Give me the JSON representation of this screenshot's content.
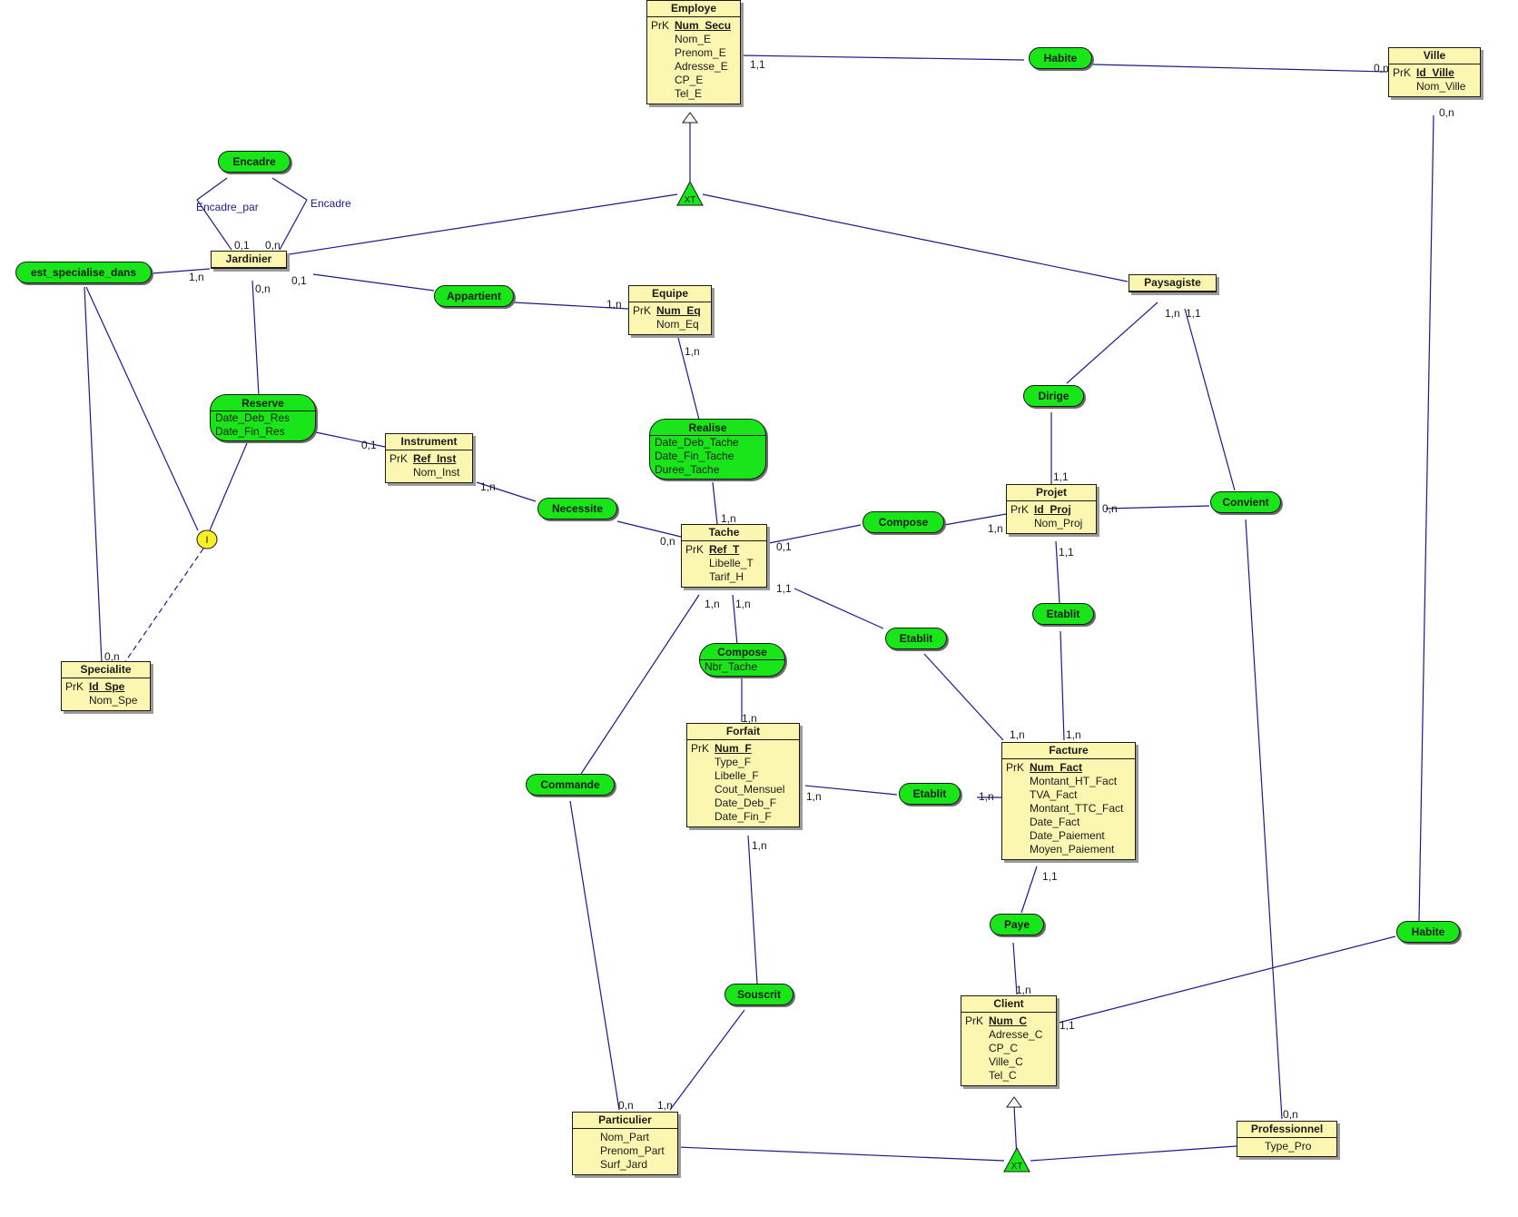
{
  "entities": {
    "employe": {
      "name": "Employe",
      "attrs": [
        {
          "prk": "PrK",
          "name": "Num_Secu",
          "key": true
        },
        {
          "name": "Nom_E"
        },
        {
          "name": "Prenom_E"
        },
        {
          "name": "Adresse_E"
        },
        {
          "name": "CP_E"
        },
        {
          "name": "Tel_E"
        }
      ]
    },
    "ville": {
      "name": "Ville",
      "attrs": [
        {
          "prk": "PrK",
          "name": "Id_Ville",
          "key": true
        },
        {
          "name": "Nom_Ville"
        }
      ]
    },
    "jardinier": {
      "name": "Jardinier",
      "attrs": []
    },
    "paysagiste": {
      "name": "Paysagiste",
      "attrs": []
    },
    "equipe": {
      "name": "Equipe",
      "attrs": [
        {
          "prk": "PrK",
          "name": "Num_Eq",
          "key": true
        },
        {
          "name": "Nom_Eq"
        }
      ]
    },
    "instrument": {
      "name": "Instrument",
      "attrs": [
        {
          "prk": "PrK",
          "name": "Ref_Inst",
          "key": true
        },
        {
          "name": "Nom_Inst"
        }
      ]
    },
    "tache": {
      "name": "Tache",
      "attrs": [
        {
          "prk": "PrK",
          "name": "Ref_T",
          "key": true
        },
        {
          "name": "Libelle_T"
        },
        {
          "name": "Tarif_H"
        }
      ]
    },
    "projet": {
      "name": "Projet",
      "attrs": [
        {
          "prk": "PrK",
          "name": "Id_Proj",
          "key": true
        },
        {
          "name": "Nom_Proj"
        }
      ]
    },
    "specialite": {
      "name": "Specialite",
      "attrs": [
        {
          "prk": "PrK",
          "name": "Id_Spe",
          "key": true
        },
        {
          "name": "Nom_Spe"
        }
      ]
    },
    "forfait": {
      "name": "Forfait",
      "attrs": [
        {
          "prk": "PrK",
          "name": "Num_F",
          "key": true
        },
        {
          "name": "Type_F"
        },
        {
          "name": "Libelle_F"
        },
        {
          "name": "Cout_Mensuel"
        },
        {
          "name": "Date_Deb_F"
        },
        {
          "name": "Date_Fin_F"
        }
      ]
    },
    "facture": {
      "name": "Facture",
      "attrs": [
        {
          "prk": "PrK",
          "name": "Num_Fact",
          "key": true
        },
        {
          "name": "Montant_HT_Fact"
        },
        {
          "name": "TVA_Fact"
        },
        {
          "name": "Montant_TTC_Fact"
        },
        {
          "name": "Date_Fact"
        },
        {
          "name": "Date_Paiement"
        },
        {
          "name": "Moyen_Paiement"
        }
      ]
    },
    "client": {
      "name": "Client",
      "attrs": [
        {
          "prk": "PrK",
          "name": "Num_C",
          "key": true
        },
        {
          "name": "Adresse_C"
        },
        {
          "name": "CP_C"
        },
        {
          "name": "Ville_C"
        },
        {
          "name": "Tel_C"
        }
      ]
    },
    "particulier": {
      "name": "Particulier",
      "attrs": [
        {
          "name": "Nom_Part"
        },
        {
          "name": "Prenom_Part"
        },
        {
          "name": "Surf_Jard"
        }
      ]
    },
    "professionnel": {
      "name": "Professionnel",
      "attrs": [
        {
          "name": "Type_Pro"
        }
      ]
    }
  },
  "associations": {
    "habite1": {
      "name": "Habite",
      "attrs": []
    },
    "encadre": {
      "name": "Encadre",
      "attrs": []
    },
    "est_specialise": {
      "name": "est_specialise_dans",
      "attrs": []
    },
    "appartient": {
      "name": "Appartient",
      "attrs": []
    },
    "reserve": {
      "name": "Reserve",
      "attrs": [
        "Date_Deb_Res",
        "Date_Fin_Res"
      ]
    },
    "realise": {
      "name": "Realise",
      "attrs": [
        "Date_Deb_Tache",
        "Date_Fin_Tache",
        "Duree_Tache"
      ]
    },
    "necessite": {
      "name": "Necessite",
      "attrs": []
    },
    "compose1": {
      "name": "Compose",
      "attrs": []
    },
    "dirige": {
      "name": "Dirige",
      "attrs": []
    },
    "convient": {
      "name": "Convient",
      "attrs": []
    },
    "etablit1": {
      "name": "Etablit",
      "attrs": []
    },
    "etablit2": {
      "name": "Etablit",
      "attrs": []
    },
    "etablit3": {
      "name": "Etablit",
      "attrs": []
    },
    "compose2": {
      "name": "Compose",
      "attrs": [
        "Nbr_Tache"
      ]
    },
    "commande": {
      "name": "Commande",
      "attrs": []
    },
    "souscrit": {
      "name": "Souscrit",
      "attrs": []
    },
    "paye": {
      "name": "Paye",
      "attrs": []
    },
    "habite2": {
      "name": "Habite",
      "attrs": []
    }
  },
  "inheritance": {
    "xt_employe": "XT",
    "xt_client": "XT",
    "constraint_i": "I"
  },
  "roles": {
    "encadre_par": "Encadre_par",
    "encadre": "Encadre"
  },
  "cardinalities": {
    "employe_habite": "1,1",
    "ville_habite": "0,n",
    "ville_habite2": "0,n",
    "jard_encadre_a": "0,1",
    "jard_encadre_b": "0,n",
    "jard_spec": "1,n",
    "jard_appartient": "0,1",
    "jard_reserve": "0,n",
    "equipe_appartient": "1,n",
    "equipe_realise": "1,n",
    "pays_dirige": "1,n",
    "pays_convient": "1,1",
    "instr_reserve": "0,1",
    "instr_necessite": "1,n",
    "tache_realise": "1,n",
    "tache_necessite": "0,n",
    "tache_compose": "0,1",
    "tache_etablit": "1,1",
    "tache_compose2": "1,n",
    "tache_commande": "1,n",
    "projet_dirige": "1,1",
    "projet_compose": "1,n",
    "projet_convient": "0,n",
    "projet_etablit": "1,1",
    "spec_spec": "0,n",
    "forfait_compose2": "1,n",
    "forfait_etablit": "1,n",
    "forfait_souscrit": "1,n",
    "facture_etablit1": "1,n",
    "facture_etablit2": "1,n",
    "facture_etablit3": "1,n",
    "facture_paye": "1,1",
    "client_paye": "1,n",
    "client_habite": "1,1",
    "part_commande": "0,n",
    "part_souscrit": "1,n",
    "pro_convient": "0,n"
  }
}
